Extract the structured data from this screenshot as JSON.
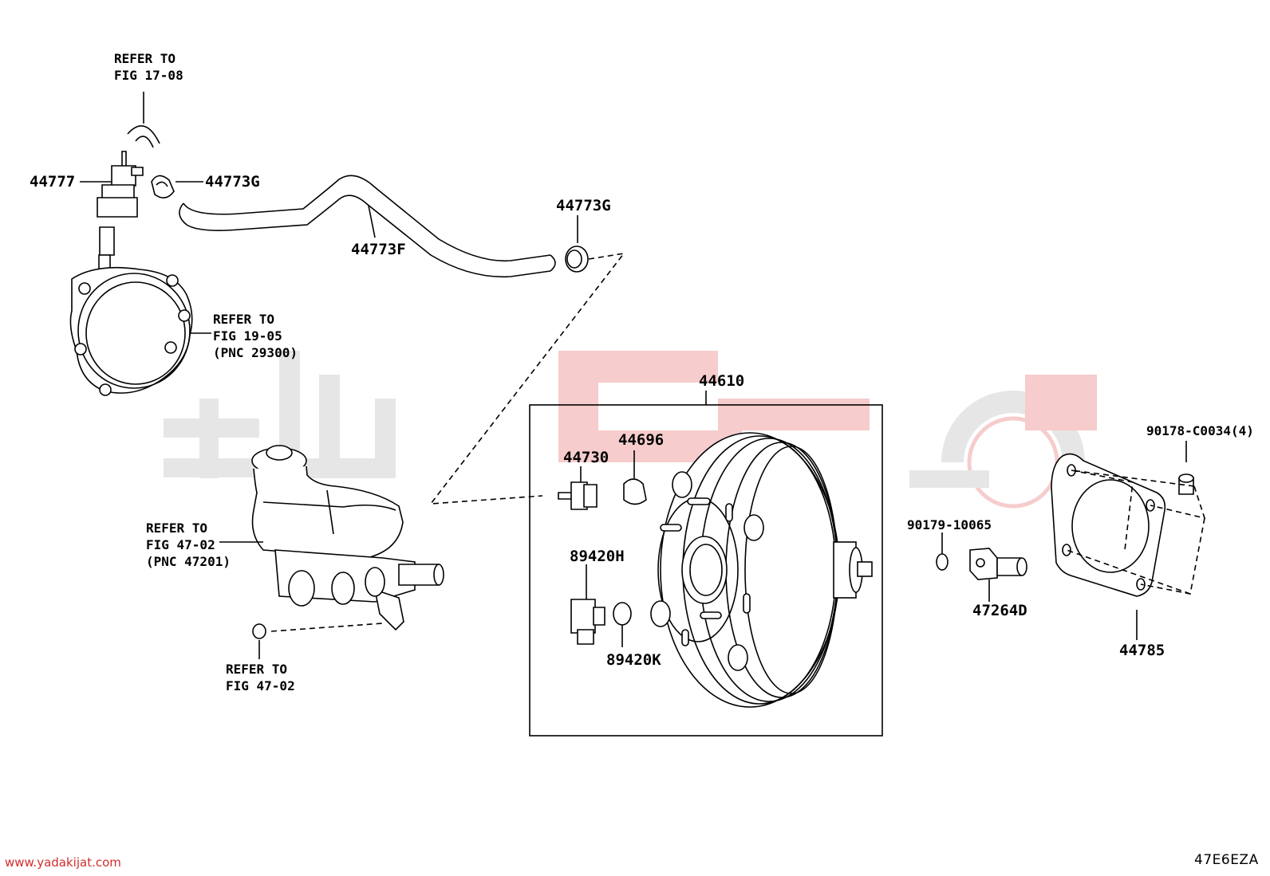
{
  "labels": {
    "refer_fig_17_08": [
      "REFER TO",
      "FIG 17-08"
    ],
    "p44777": "44777",
    "p44773G_a": "44773G",
    "p44773F": "44773F",
    "p44773G_b": "44773G",
    "refer_fig_19_05": [
      "REFER TO",
      "FIG 19-05",
      "(PNC 29300)"
    ],
    "p44610": "44610",
    "p44696": "44696",
    "p44730": "44730",
    "p89420H": "89420H",
    "p89420K": "89420K",
    "refer_fig_47_02_a": [
      "REFER TO",
      "FIG 47-02",
      "(PNC 47201)"
    ],
    "refer_fig_47_02_b": [
      "REFER TO",
      "FIG 47-02"
    ],
    "p90178": "90178-C0034(4)",
    "p90179": "90179-10065",
    "p47264D": "47264D",
    "p44785": "44785"
  },
  "website": "www.yadakijat.com",
  "figure_code": "47E6EZA",
  "colors": {
    "watermark_gray": "#e6e6e6",
    "watermark_red": "#f6cccc",
    "site_red": "#d22d2d"
  }
}
